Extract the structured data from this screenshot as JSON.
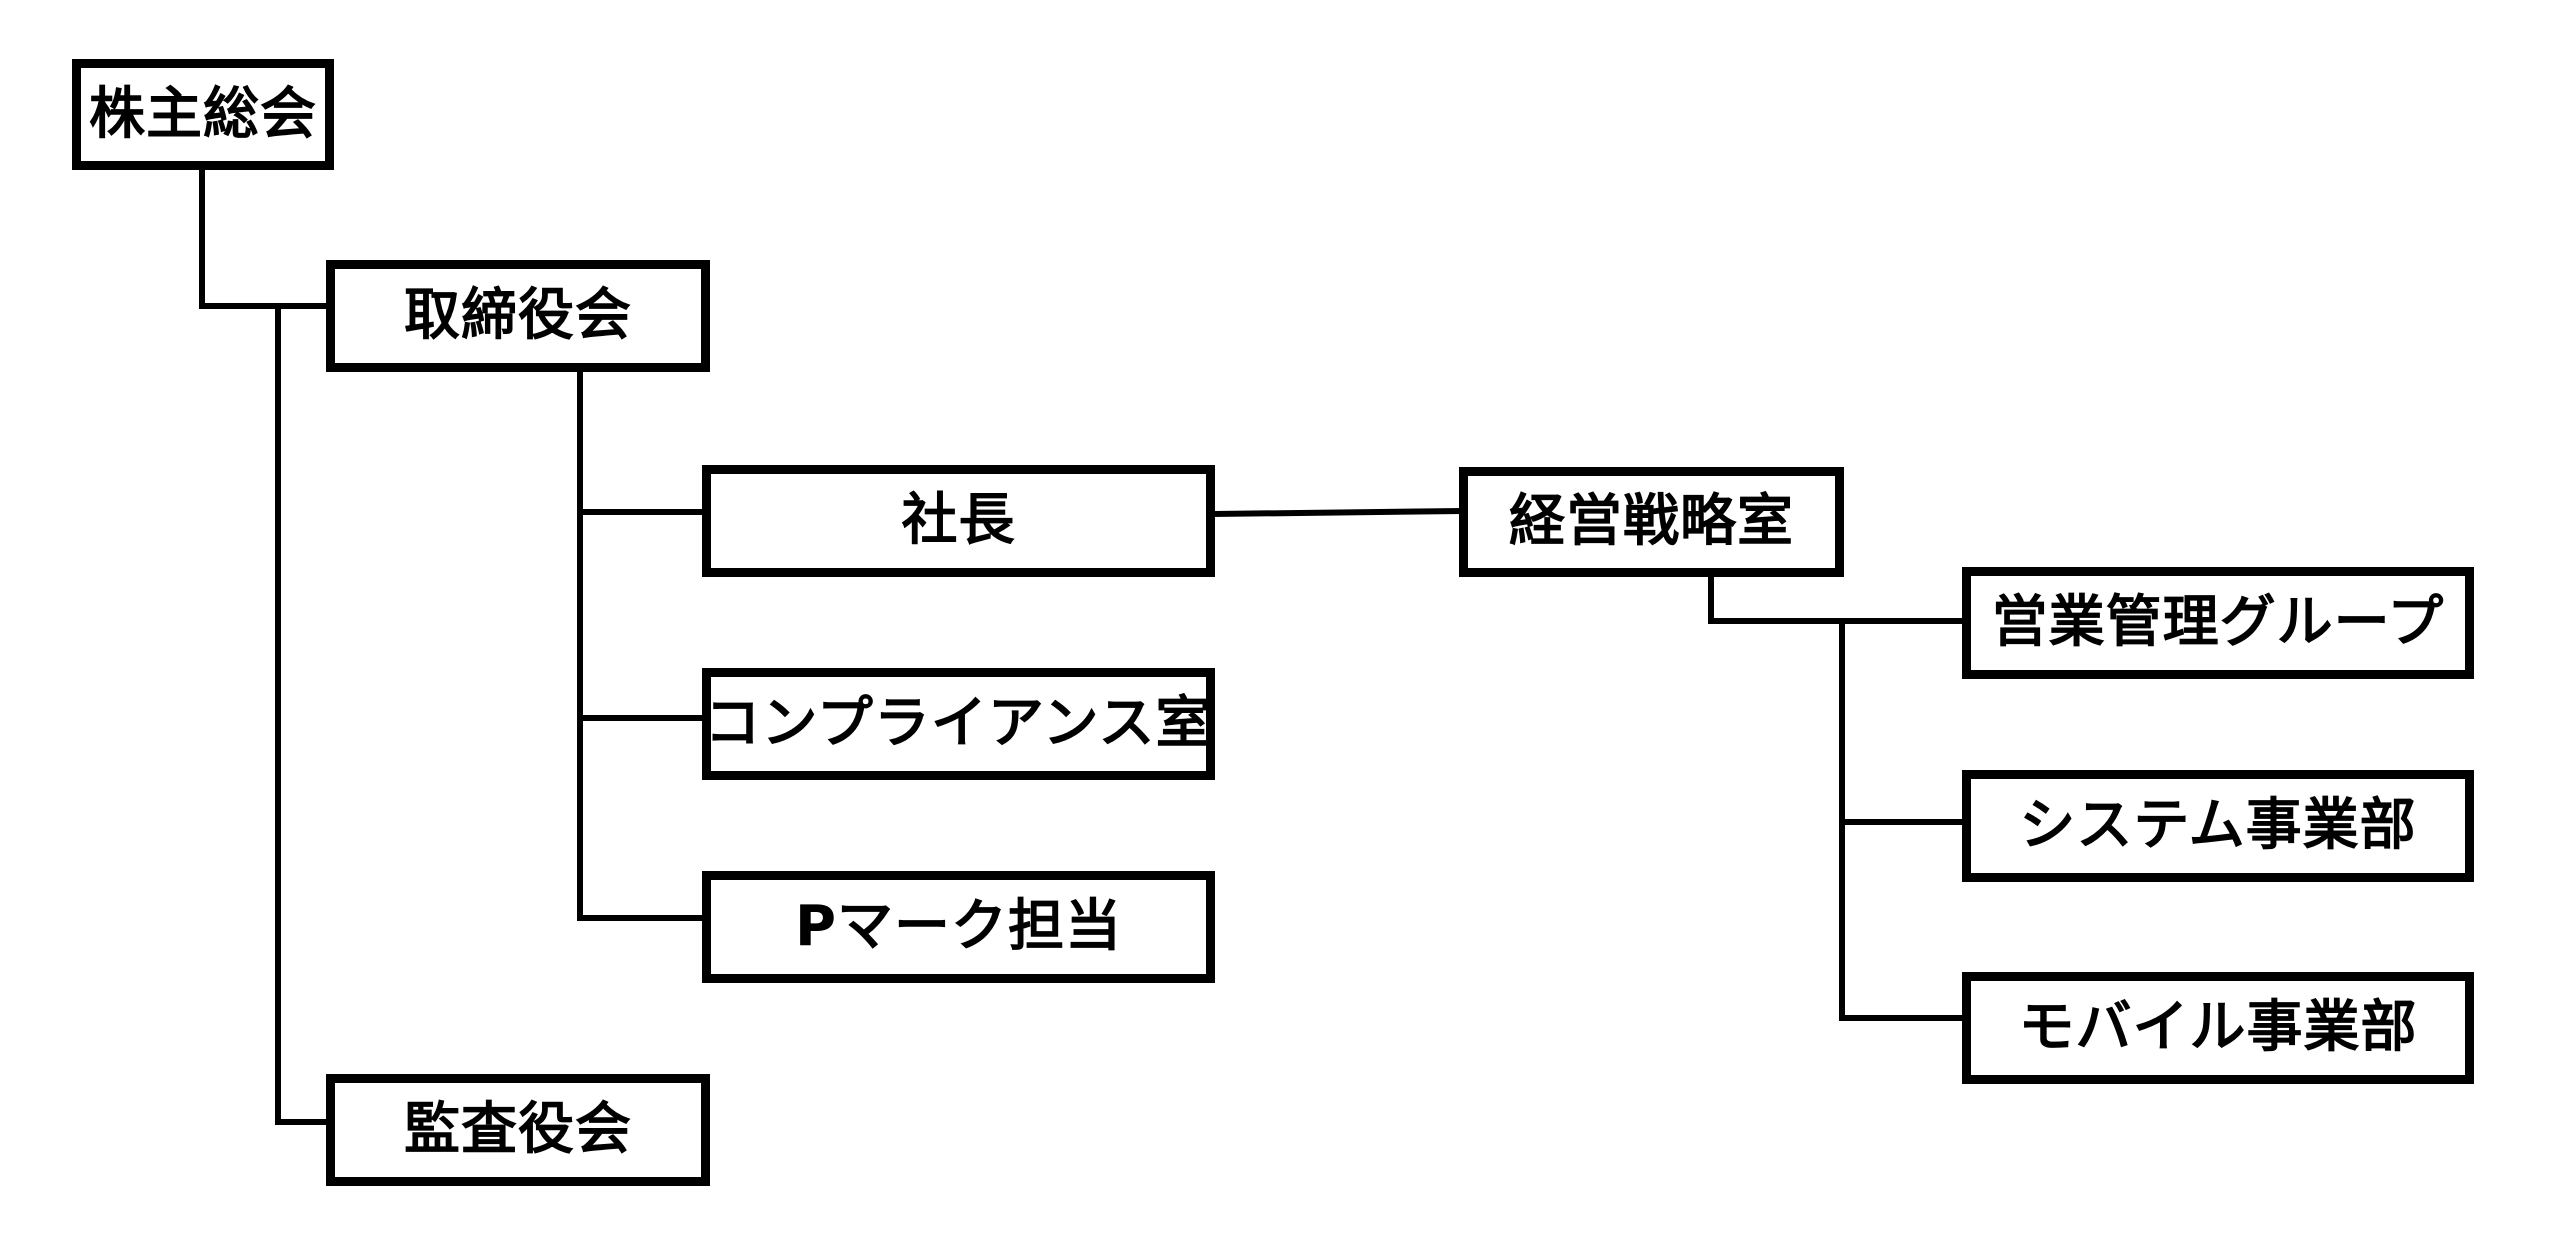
{
  "diagram": {
    "nodes": {
      "shareholders": "株主総会",
      "board": "取締役会",
      "president": "社長",
      "compliance": "コンプライアンス室",
      "pmark": "Pマーク担当",
      "auditors": "監査役会",
      "strategy": "経営戦略室",
      "salesmgmt": "営業管理グループ",
      "systems": "システム事業部",
      "mobile": "モバイル事業部"
    },
    "edges": [
      [
        "shareholders",
        "board"
      ],
      [
        "shareholders",
        "auditors"
      ],
      [
        "board",
        "president"
      ],
      [
        "board",
        "compliance"
      ],
      [
        "board",
        "pmark"
      ],
      [
        "president",
        "strategy"
      ],
      [
        "strategy",
        "salesmgmt"
      ],
      [
        "strategy",
        "systems"
      ],
      [
        "strategy",
        "mobile"
      ]
    ]
  },
  "colors": {
    "line": "#000000",
    "background": "#ffffff"
  }
}
